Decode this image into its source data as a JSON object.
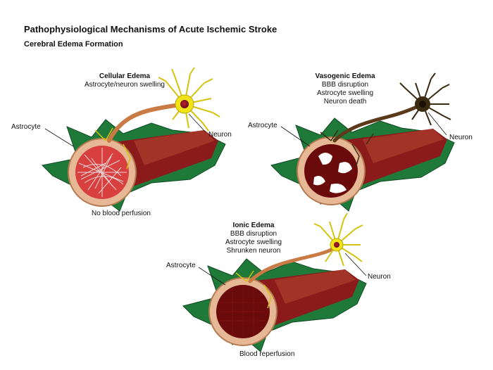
{
  "title": "Pathophysiological Mechanisms of Acute Ischemic Stroke",
  "subtitle": "Cerebral Edema Formation",
  "panels": [
    {
      "heading": "Cellular Edema",
      "lines": [
        "Astrocyte/neuron swelling"
      ],
      "astrocyte_label": "Astrocyte",
      "neuron_label": "Neuron",
      "footer": "No blood perfusion"
    },
    {
      "heading": "Vasogenic Edema",
      "lines": [
        "BBB disruption",
        "Astrocyte swelling",
        "Neuron death"
      ],
      "astrocyte_label": "Astrocyte",
      "neuron_label": "Neuron",
      "footer": ""
    },
    {
      "heading": "Ionic Edema",
      "lines": [
        "BBB disruption",
        "Astrocyte swelling",
        "Shrunken neuron"
      ],
      "astrocyte_label": "Astrocyte",
      "neuron_label": "Neuron",
      "footer": "Blood reperfusion"
    }
  ],
  "colors": {
    "astrocyte_green": "#1f7a3a",
    "vessel_red": "#8b1a1a",
    "vessel_wall": "#e6b895",
    "neuron_yellow": "#f2e316",
    "neuron_dead": "#3a2a10",
    "axon": "#c97a45"
  }
}
